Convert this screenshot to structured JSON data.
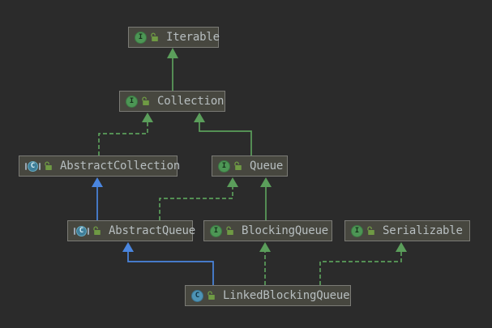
{
  "diagram": {
    "type": "uml-class-hierarchy",
    "background_color": "#2b2b2b",
    "node_fill": "#47473f",
    "node_border": "#7b7b76",
    "node_text_color": "#b7bec0",
    "edge_colors": {
      "interface_inheritance_green": "#5b9e5b",
      "class_inheritance_blue": "#4a86e0"
    }
  },
  "icons": {
    "interface": {
      "letter": "I",
      "color": "#4d9655"
    },
    "abstract_class": {
      "letter": "C",
      "color": "#3f7f9a"
    },
    "class": {
      "letter": "C",
      "color": "#4e93b5"
    },
    "visibility": "unlocked"
  },
  "nodes": [
    {
      "id": "Iterable",
      "label": "Iterable",
      "kind": "interface"
    },
    {
      "id": "Collection",
      "label": "Collection",
      "kind": "interface"
    },
    {
      "id": "AbstractCollection",
      "label": "AbstractCollection",
      "kind": "abstract-class"
    },
    {
      "id": "Queue",
      "label": "Queue",
      "kind": "interface"
    },
    {
      "id": "AbstractQueue",
      "label": "AbstractQueue",
      "kind": "abstract-class"
    },
    {
      "id": "BlockingQueue",
      "label": "BlockingQueue",
      "kind": "interface"
    },
    {
      "id": "Serializable",
      "label": "Serializable",
      "kind": "interface"
    },
    {
      "id": "LinkedBlockingQueue",
      "label": "LinkedBlockingQueue",
      "kind": "class"
    }
  ],
  "edges": [
    {
      "from": "Collection",
      "to": "Iterable",
      "relation": "extends",
      "line": "solid",
      "color": "#5b9e5b"
    },
    {
      "from": "AbstractCollection",
      "to": "Collection",
      "relation": "implements",
      "line": "dashed",
      "color": "#5b9e5b"
    },
    {
      "from": "Queue",
      "to": "Collection",
      "relation": "extends",
      "line": "solid",
      "color": "#5b9e5b"
    },
    {
      "from": "AbstractQueue",
      "to": "AbstractCollection",
      "relation": "extends",
      "line": "solid",
      "color": "#4a86e0"
    },
    {
      "from": "AbstractQueue",
      "to": "Queue",
      "relation": "implements",
      "line": "dashed",
      "color": "#5b9e5b"
    },
    {
      "from": "BlockingQueue",
      "to": "Queue",
      "relation": "extends",
      "line": "solid",
      "color": "#5b9e5b"
    },
    {
      "from": "LinkedBlockingQueue",
      "to": "AbstractQueue",
      "relation": "extends",
      "line": "solid",
      "color": "#4a86e0"
    },
    {
      "from": "LinkedBlockingQueue",
      "to": "BlockingQueue",
      "relation": "implements",
      "line": "dashed",
      "color": "#5b9e5b"
    },
    {
      "from": "LinkedBlockingQueue",
      "to": "Serializable",
      "relation": "implements",
      "line": "dashed",
      "color": "#5b9e5b"
    }
  ]
}
